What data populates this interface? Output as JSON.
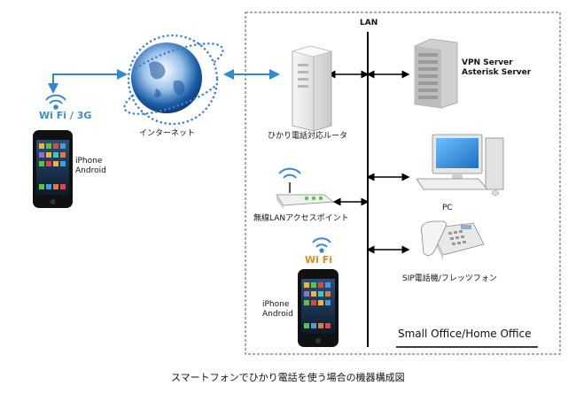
{
  "diagram": {
    "lan_label": "LAN",
    "mobile_network_label": "Wi Fi / 3G",
    "phone_left_labels": [
      "iPhone",
      "Android"
    ],
    "internet_label": "インターネット",
    "router_label": "ひかり電話対応ルータ",
    "ap_label": "無線LANアクセスポイント",
    "wifi_label": "Wi Fi",
    "phone_right_labels": [
      "iPhone",
      "Android"
    ],
    "server_labels": [
      "VPN Server",
      "Asterisk Server"
    ],
    "pc_label": "PC",
    "sip_phone_label": "SIP電話機/フレッツフォン",
    "office_label": "Small Office/Home Office",
    "caption": "スマートフォンでひかり電話を使う場合の機器構成図"
  },
  "colors": {
    "wifi_blue": "#3a86d4",
    "wifi_label_blue": "#3a8fd8",
    "wifi_label_orange": "#e08a1e",
    "arrow_blue": "#2f8bd0",
    "globe_dots": "#3b7fd6",
    "dashed_border": "#555555",
    "lan_line": "#000000"
  }
}
